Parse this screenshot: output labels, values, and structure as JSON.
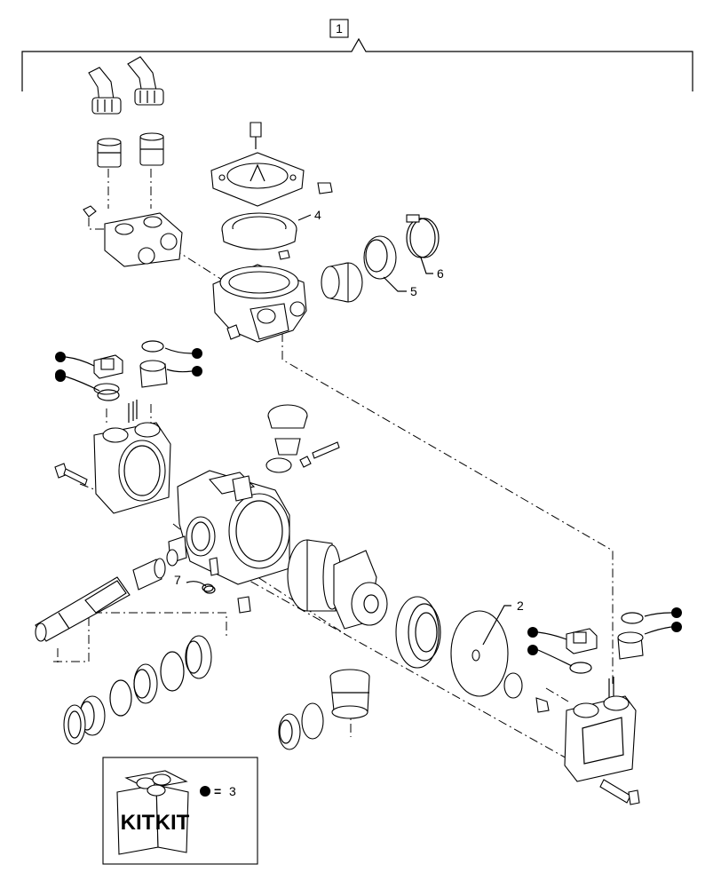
{
  "diagram": {
    "assembly_label": "1",
    "callouts": [
      {
        "id": "2",
        "text": "2"
      },
      {
        "id": "4",
        "text": "4"
      },
      {
        "id": "5",
        "text": "5"
      },
      {
        "id": "6",
        "text": "6"
      },
      {
        "id": "7",
        "text": "7"
      }
    ],
    "legend": {
      "kit_text_left": "KIT",
      "kit_text_right": "KIT",
      "equals": "=",
      "kit_number": "3"
    }
  }
}
